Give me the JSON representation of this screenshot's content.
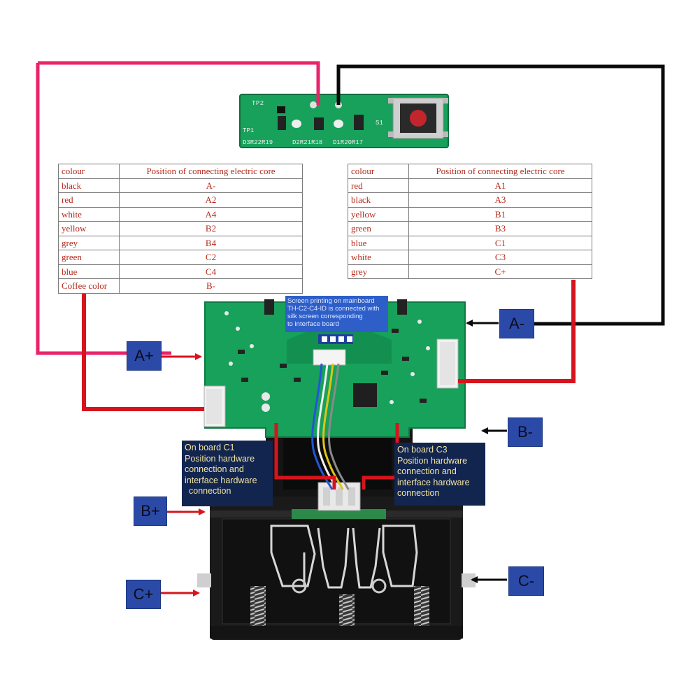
{
  "left_table": {
    "header": {
      "colour": "colour",
      "position": "Position of connecting electric core"
    },
    "rows": [
      {
        "colour": "black",
        "position": "A-"
      },
      {
        "colour": "red",
        "position": "A2"
      },
      {
        "colour": "white",
        "position": "A4"
      },
      {
        "colour": "yellow",
        "position": "B2"
      },
      {
        "colour": "grey",
        "position": "B4"
      },
      {
        "colour": "green",
        "position": "C2"
      },
      {
        "colour": "blue",
        "position": "C4"
      },
      {
        "colour": "Coffee color",
        "position": "B-"
      }
    ]
  },
  "right_table": {
    "header": {
      "colour": "colour",
      "position": "Position of connecting electric core"
    },
    "rows": [
      {
        "colour": "red",
        "position": "A1"
      },
      {
        "colour": "black",
        "position": "A3"
      },
      {
        "colour": "yellow",
        "position": "B1"
      },
      {
        "colour": "green",
        "position": "B3"
      },
      {
        "colour": "blue",
        "position": "C1"
      },
      {
        "colour": "white",
        "position": "C3"
      },
      {
        "colour": "grey",
        "position": "C+"
      }
    ]
  },
  "terminals": {
    "a_plus": "A+",
    "a_minus": "A-",
    "b_minus": "B-",
    "b_plus": "B+",
    "c_plus": "C+",
    "c_minus": "C-"
  },
  "notes": {
    "mainboard_line1": "Screen printing on mainboard",
    "mainboard_line2": "TH-C2-C4-ID is connected with",
    "mainboard_line3": "silk screen corresponding",
    "mainboard_line4": "to interface board",
    "c1_line1": "On board C1",
    "c1_line2": "Position hardware",
    "c1_line3": "connection and",
    "c1_line4": "interface hardware",
    "c1_line5": "connection",
    "c3_line1": "On board C3",
    "c3_line2": "Position hardware",
    "c3_line3": "connection and",
    "c3_line4": "interface hardware",
    "c3_line5": "connection"
  },
  "small_board_silk": {
    "tp2": "TP2",
    "tp1": "TP1",
    "s1": "S1",
    "bottom_left": "D3R22R19",
    "bottom_mid": "D2R21R18",
    "bottom_right": "D1R20R17"
  },
  "colors": {
    "pink_wire": "#e8246a",
    "red_wire": "#d7141d",
    "black_wire": "#0a0a0a",
    "pcb_green": "#17a15a",
    "label_blue": "#2b4aa8",
    "note_navy": "#12254f",
    "table_text": "#b52a1c"
  }
}
